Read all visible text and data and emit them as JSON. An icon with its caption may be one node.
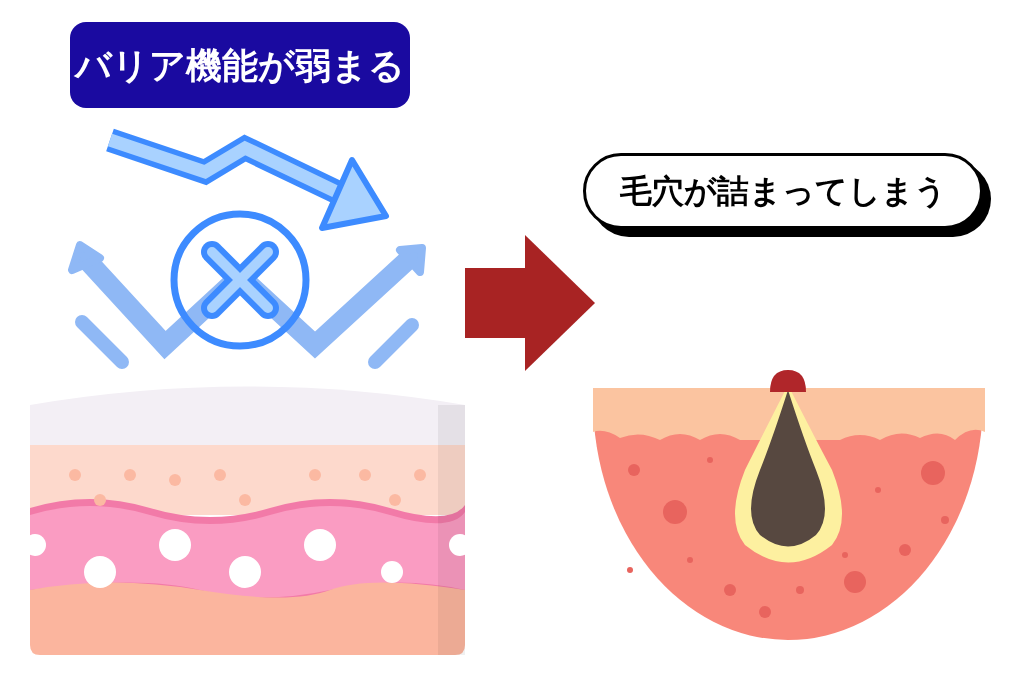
{
  "diagram": {
    "nodes": [
      {
        "text": [
          "バリア機能が弱まる"
        ]
      },
      {
        "text": [],
        "shape": "picture"
      },
      {
        "text": [
          "毛穴が詰まってしまう"
        ]
      },
      {
        "text": [],
        "shape": "picture"
      }
    ],
    "edges": [
      {
        "from": 1,
        "to": 3,
        "arrow": "to"
      }
    ]
  }
}
